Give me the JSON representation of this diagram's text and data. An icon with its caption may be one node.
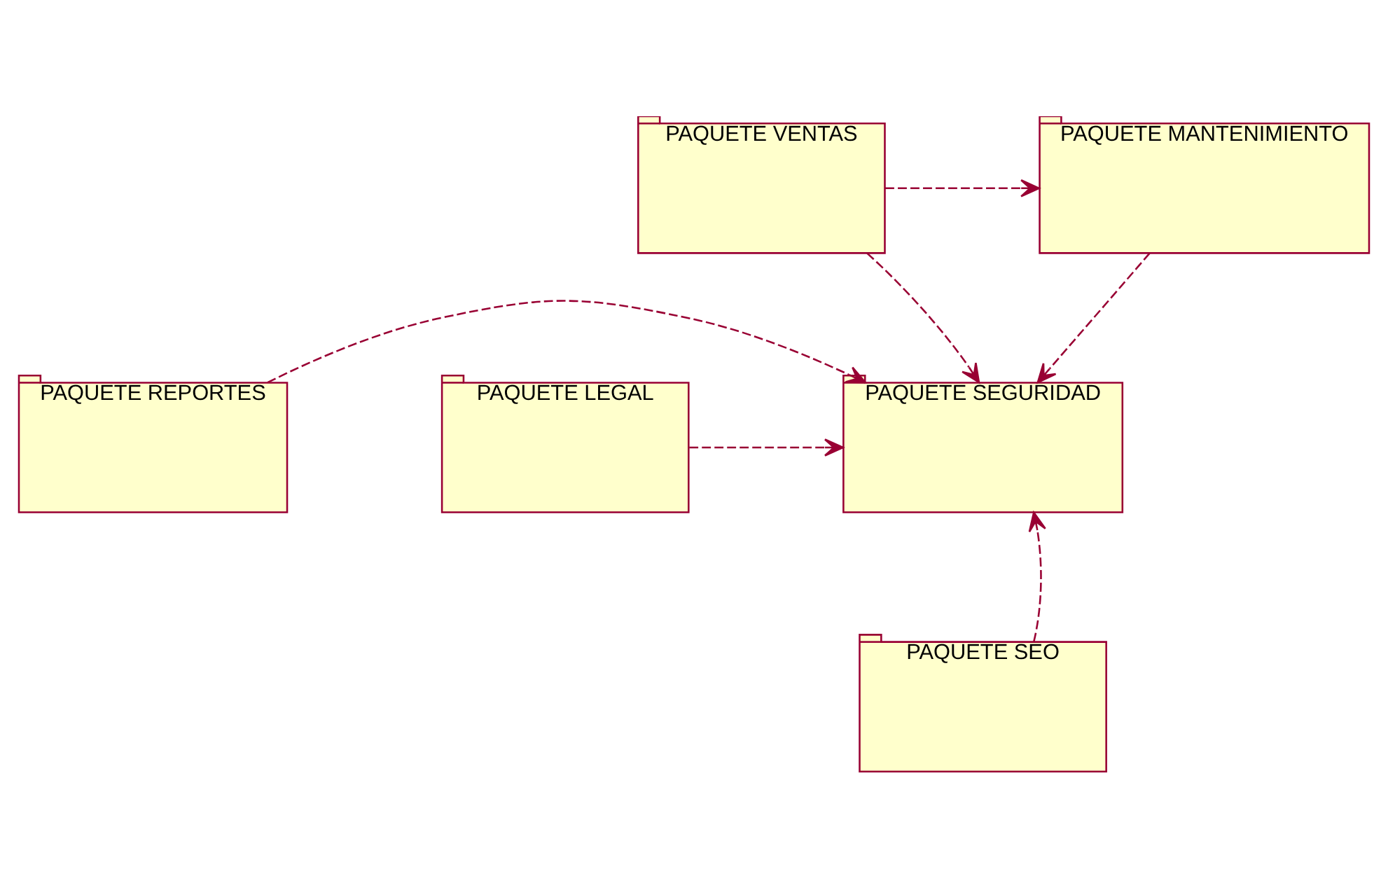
{
  "diagram": {
    "nodes": [
      {
        "text": [
          "PAQUETE VENTAS"
        ]
      },
      {
        "text": [
          "PAQUETE MANTENIMIENTO"
        ]
      },
      {
        "text": [
          "PAQUETE REPORTES"
        ]
      },
      {
        "text": [
          "PAQUETE SEGURIDAD"
        ]
      },
      {
        "text": [
          "PAQUETE LEGAL"
        ]
      },
      {
        "text": [
          "PAQUETE SEO"
        ]
      }
    ],
    "edges": [
      {
        "from": 0,
        "to": 1,
        "arrow": "to",
        "style": "dashed"
      },
      {
        "from": 0,
        "to": 3,
        "arrow": "to",
        "style": "dashed"
      },
      {
        "from": 1,
        "to": 3,
        "arrow": "to",
        "style": "dashed"
      },
      {
        "from": 2,
        "to": 3,
        "arrow": "to",
        "style": "dashed"
      },
      {
        "from": 4,
        "to": 3,
        "arrow": "to",
        "style": "dashed"
      },
      {
        "from": 5,
        "to": 3,
        "arrow": "to",
        "style": "dashed"
      }
    ]
  }
}
